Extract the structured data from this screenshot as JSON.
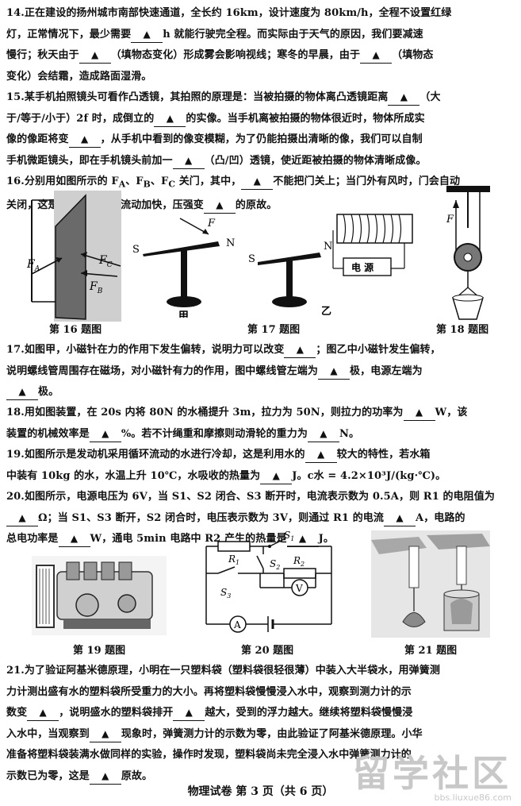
{
  "q14": {
    "l1": "14.正在建设的扬州城市南部快速通道，全长约 16km，设计速度为 80km/h，全程不设置红绿",
    "l2a": "灯，正常情况下，最少需要",
    "l2b": "h 就能行驶完全程。而实际由于天气的原因，我们要减速",
    "l3a": "慢行；秋天由于",
    "l3b": "（填物态变化）形成雾会影响视线；寒冬的早晨，由于",
    "l3c": "（填物态",
    "l4": "变化）会结霜，造成路面湿滑。"
  },
  "q15": {
    "l1a": "15.某手机拍照镜头可看作凸透镜，其拍照的原理是：当被拍摄的物体离凸透镜距离",
    "l1b": "（大",
    "l2a": "于/等于/小于）2f 时，成倒立的",
    "l2b": "的实像。当手机离被拍摄的物体很近时，物体所成实",
    "l3a": "像的像距将变",
    "l3b": "，从手机中看到的像变模糊，为了仍能拍摄出清晰的像，我们可以自制",
    "l4a": "手机微距镜头，即在手机镜头前加一",
    "l4b": "（凸/凹）透镜，使近距被拍摄的物体清晰成像。"
  },
  "q16": {
    "l1a": "16.分别用如图所示的 F<sub>A</sub>、F<sub>B</sub>、F<sub>C</sub> 关门，其中，",
    "l1b": "不能把门关上；当门外有风时，门会自动",
    "l2a": "关闭，这是由于门外空气流动加快，压强变",
    "l2b": "的原故。"
  },
  "q17": {
    "l1a": "17.如图甲，小磁针在力的作用下发生偏转，说明力可以改变",
    "l1b": "；图乙中小磁针发生偏转，",
    "l2a": "说明螺线管周围存在磁场，对小磁针有力的作用，图中螺线管左端为",
    "l2b": "极，电源左端为",
    "l3": "极。"
  },
  "q18": {
    "l1a": "18.用如图装置，在 20s 内将 80N 的水桶提升 3m，拉力为 50N，则拉力的功率为",
    "l1b": "W，该",
    "l2a": "装置的机械效率是",
    "l2b": "%。若不计绳重和摩擦则动滑轮的重力为",
    "l2c": "N。"
  },
  "q19": {
    "l1a": "19.如图所示是发动机采用循环流动的水进行冷却，这是利用水的",
    "l1b": "较大的特性，若水箱",
    "l2a": "中装有 10kg 的水，水温上升 10℃，水吸收的热量为",
    "l2b": "J。c水 = 4.2×10³J/(kg·℃)。"
  },
  "q20": {
    "l1a": "20.如图所示，电源电压为 6V，当 S1、S2 闭合、S3 断开时，电流表示数为 0.5A，则 R1 的电阻值为",
    "l2a": "Ω；当 S1、S3 断开，S2 闭合时，电压表示数为 3V，则通过 R1 的电流",
    "l2b": "A，电路的",
    "l3a": "总电功率是",
    "l3b": "W，通电 5min 电路中 R2 产生的热量是",
    "l3c": "J。"
  },
  "q21": {
    "l1": "21.为了验证阿基米德原理，小明在一只塑料袋（塑料袋很轻很薄）中装入大半袋水，用弹簧测",
    "l2": "力计测出盛有水的塑料袋所受重力的大小。再将塑料袋慢慢浸入水中，观察到测力计的示",
    "l3a": "数变",
    "l3b": "，说明盛水的塑料袋排开",
    "l3c": "越大，受到的浮力越大。继续将塑料袋慢慢浸",
    "l4a": "入水中，当观察到",
    "l4b": "现象时，弹簧测力计的示数为零，由此验证了阿基米德原理。小华",
    "l5": "准备将塑料袋装满水做同样的实验，操作时发现，塑料袋尚未完全浸入水中弹簧测力计的",
    "l6a": "示数已为零，这是",
    "l6b": "原故。"
  },
  "blank_mark": "▲",
  "captions": {
    "f16": "第 16 题图",
    "f17": "第 17 题图",
    "f18": "第 18 题图",
    "f19": "第 19 题图",
    "f20": "第 20 题图",
    "f21": "第 21 题图"
  },
  "fig16": {
    "fa": "F",
    "fa_sub": "A",
    "fb": "F",
    "fb_sub": "B",
    "fc": "F",
    "fc_sub": "C"
  },
  "fig17": {
    "s": "S",
    "n": "N",
    "f": "F",
    "s2": "S",
    "n2": "N",
    "jia": "甲",
    "yi": "乙",
    "power": "电  源"
  },
  "fig18": {
    "f": "F"
  },
  "fig20": {
    "r1": "R",
    "r1_sub": "1",
    "r2": "R",
    "r2_sub": "2",
    "s1": "S",
    "s1_sub": "1",
    "s2": "S",
    "s2_sub": "2",
    "s3": "S",
    "s3_sub": "3",
    "v": "V",
    "a": "A"
  },
  "footer": "物理试卷   第 3 页（共 6 页）",
  "watermark": {
    "big": "留学社区",
    "url": "bbs.liuxue86.com"
  }
}
